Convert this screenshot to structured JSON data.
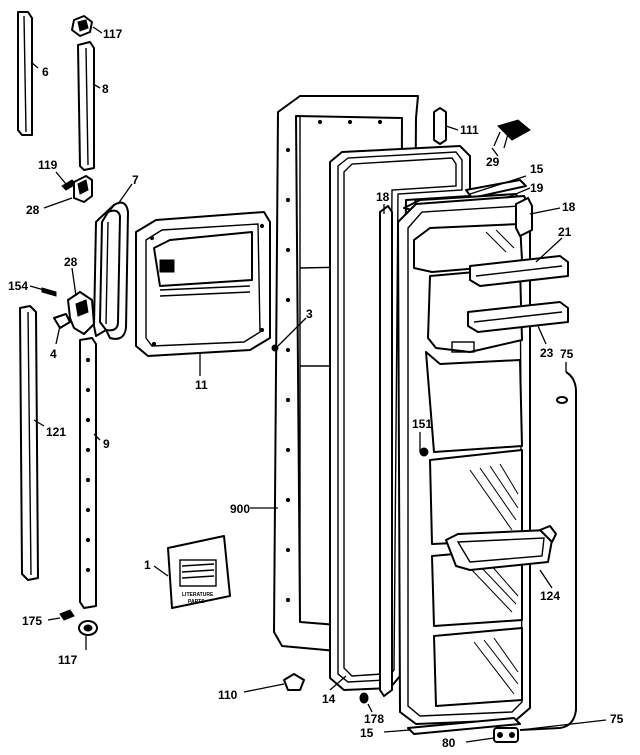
{
  "callouts": [
    {
      "id": "c117a",
      "text": "117"
    },
    {
      "id": "c6",
      "text": "6"
    },
    {
      "id": "c8",
      "text": "8"
    },
    {
      "id": "c119",
      "text": "119"
    },
    {
      "id": "c28a",
      "text": "28"
    },
    {
      "id": "c7",
      "text": "7"
    },
    {
      "id": "c28b",
      "text": "28"
    },
    {
      "id": "c154",
      "text": "154"
    },
    {
      "id": "c4",
      "text": "4"
    },
    {
      "id": "c121",
      "text": "121"
    },
    {
      "id": "c9",
      "text": "9"
    },
    {
      "id": "c11",
      "text": "11"
    },
    {
      "id": "c3",
      "text": "3"
    },
    {
      "id": "c111",
      "text": "111"
    },
    {
      "id": "c29",
      "text": "29"
    },
    {
      "id": "c15a",
      "text": "15"
    },
    {
      "id": "c19",
      "text": "19"
    },
    {
      "id": "c18a",
      "text": "18"
    },
    {
      "id": "c18b",
      "text": "18"
    },
    {
      "id": "c21",
      "text": "21"
    },
    {
      "id": "c23",
      "text": "23"
    },
    {
      "id": "c75a",
      "text": "75"
    },
    {
      "id": "c151",
      "text": "151"
    },
    {
      "id": "c900",
      "text": "900"
    },
    {
      "id": "c1",
      "text": "1"
    },
    {
      "id": "c124",
      "text": "124"
    },
    {
      "id": "c175",
      "text": "175"
    },
    {
      "id": "c117b",
      "text": "117"
    },
    {
      "id": "c110",
      "text": "110"
    },
    {
      "id": "c14",
      "text": "14"
    },
    {
      "id": "c178",
      "text": "178"
    },
    {
      "id": "c15b",
      "text": "15"
    },
    {
      "id": "c80",
      "text": "80"
    },
    {
      "id": "c75b",
      "text": "75"
    }
  ],
  "literature": {
    "line1": "LITERATURE",
    "line2": "PARTS"
  }
}
